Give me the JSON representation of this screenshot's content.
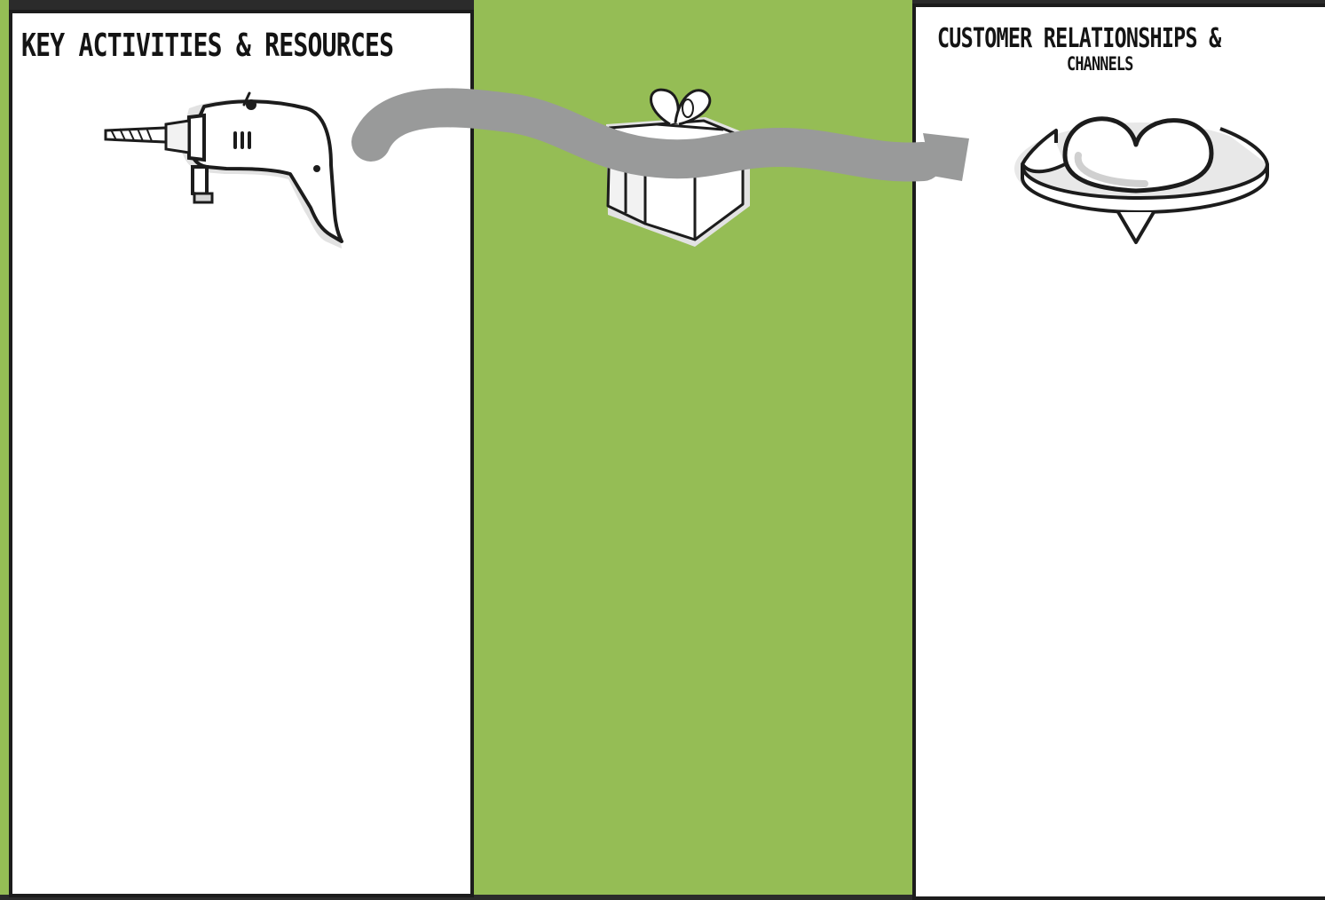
{
  "colors": {
    "background_green": "#95bd55",
    "panel_white": "#ffffff",
    "outline": "#1c1c1c",
    "arrow_gray": "#999a9a",
    "sketch_shadow": "#e2e2e2"
  },
  "panels": {
    "left": {
      "title": "KEY ACTIVITIES & RESOURCES",
      "icon": "drill-icon"
    },
    "middle": {
      "icon": "gift-box-icon"
    },
    "right": {
      "title_line1": "CUSTOMER RELATIONSHIPS &",
      "title_line2": "CHANNELS",
      "icon": "heart-ring-icon"
    }
  },
  "flow_arrow": {
    "icon": "curved-arrow-right-icon",
    "direction": "left-to-right"
  }
}
